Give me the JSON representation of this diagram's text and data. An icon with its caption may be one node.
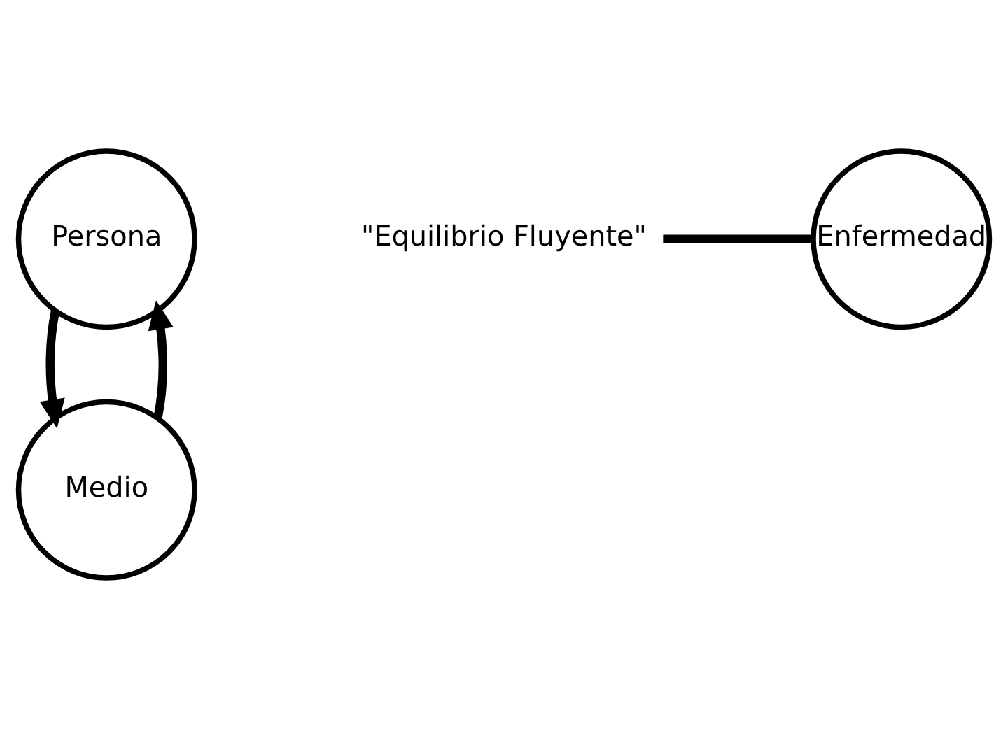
{
  "diagram": {
    "nodes": [
      {
        "text": [
          "Persona"
        ]
      },
      {
        "text": [
          "\"Equilibrio Fluyente\""
        ]
      },
      {
        "text": [
          "Medio"
        ]
      },
      {
        "text": [
          "Enfermedad"
        ]
      }
    ],
    "edges": [
      {
        "from": 0,
        "to": 2,
        "arrow": "to"
      },
      {
        "from": 2,
        "to": 0,
        "arrow": "to"
      },
      {
        "from": 1,
        "to": 3,
        "arrow": "none"
      }
    ]
  }
}
